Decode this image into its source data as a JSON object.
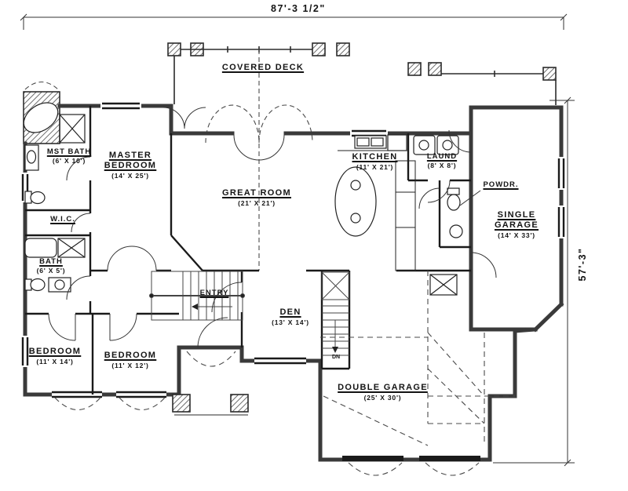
{
  "drawing": {
    "type": "architectural-floor-plan",
    "line_color": "#1a1a1a",
    "background": "#ffffff",
    "dimensions": {
      "top_width": "87'-3 1/2\"",
      "right_height": "57'-3\""
    },
    "rooms": {
      "covered_deck": {
        "name": "COVERED DECK",
        "dims": ""
      },
      "mst_bath": {
        "name": "MST BATH",
        "dims": "(6' X 10')"
      },
      "master_bedroom": {
        "name": "MASTER BEDROOM",
        "dims": "(14' X 25')"
      },
      "great_room": {
        "name": "GREAT ROOM",
        "dims": "(21' X 21')"
      },
      "kitchen": {
        "name": "KITCHEN",
        "dims": "(11' X 21')"
      },
      "laundry": {
        "name": "LAUND",
        "dims": "(8' X 8')"
      },
      "powder": {
        "name": "POWDR.",
        "dims": ""
      },
      "single_garage": {
        "name": "SINGLE GARAGE",
        "dims": "(14' X 33')"
      },
      "wic": {
        "name": "W.I.C.",
        "dims": ""
      },
      "bath": {
        "name": "BATH",
        "dims": "(6' X 5')"
      },
      "bedroom_1": {
        "name": "BEDROOM",
        "dims": "(11' X 14')"
      },
      "bedroom_2": {
        "name": "BEDROOM",
        "dims": "(11' X 12')"
      },
      "entry": {
        "name": "ENTRY",
        "dims": ""
      },
      "den": {
        "name": "DEN",
        "dims": "(13' X 14')"
      },
      "double_garage": {
        "name": "DOUBLE GARAGE",
        "dims": "(25' X 30')"
      },
      "stair_down": {
        "name": "DN",
        "dims": ""
      }
    }
  }
}
